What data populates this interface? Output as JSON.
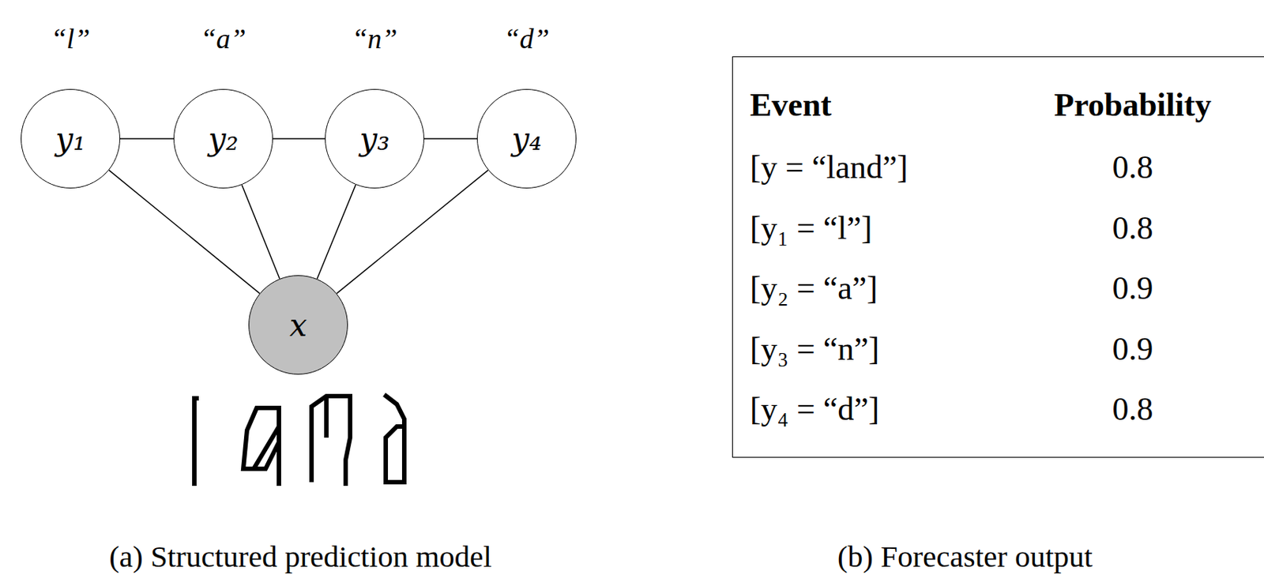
{
  "diagram": {
    "nodes": [
      {
        "text": [
          "y₁"
        ]
      },
      {
        "text": [
          "y₂"
        ]
      },
      {
        "text": [
          "y₃"
        ]
      },
      {
        "text": [
          "y₄"
        ]
      },
      {
        "text": [
          "x"
        ]
      }
    ],
    "edges": [
      {
        "from": 0,
        "to": 1,
        "arrow": "none"
      },
      {
        "from": 1,
        "to": 2,
        "arrow": "none"
      },
      {
        "from": 2,
        "to": 3,
        "arrow": "none"
      },
      {
        "from": 0,
        "to": 4,
        "arrow": "none"
      },
      {
        "from": 1,
        "to": 4,
        "arrow": "none"
      },
      {
        "from": 2,
        "to": 4,
        "arrow": "none"
      },
      {
        "from": 3,
        "to": 4,
        "arrow": "none"
      }
    ],
    "labels": [
      "“l”",
      "“a”",
      "“n”",
      "“d”",
      "Event",
      "Probability",
      "[y = “land”]",
      "0.8",
      "[y₁ = “l”]",
      "0.8",
      "[y₂ = “a”]",
      "0.9",
      "[y₃ = “n”]",
      "0.9",
      "[y₄ = “d”]",
      "0.8",
      "(a) Structured prediction model",
      "(b) Forecaster output"
    ]
  }
}
